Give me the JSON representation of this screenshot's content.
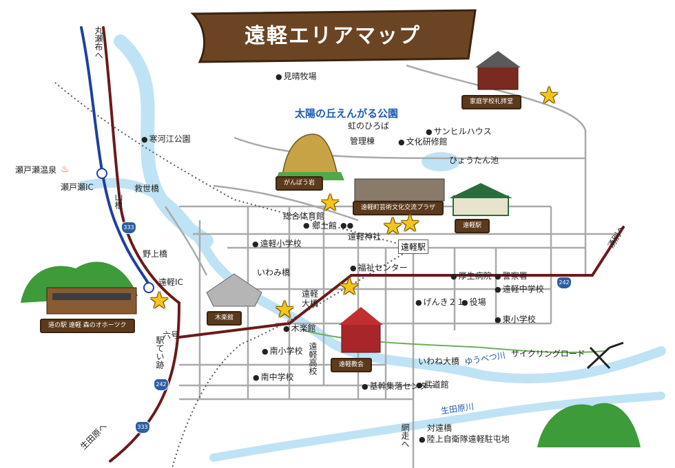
{
  "title": "遠軽エリアマップ",
  "park_name": "太陽の丘えんがる公園",
  "places": {
    "mihare": "見晴牧場",
    "nijinohiroba": "虹のひろば",
    "kanri": "管理棟",
    "sunhill": "サンヒルハウス",
    "bunka": "文化研修館",
    "hyoutan": "ひょうたん池",
    "kangae": "寒河江公園",
    "setose_onsen": "瀬戸瀬温泉",
    "setose_ic": "瀬戸瀬IC",
    "kyusei": "救世橋",
    "yamane": "山根",
    "nogami": "野上橋",
    "engaru_ic": "遠軽IC",
    "sogo": "総合体育館",
    "kyodo": "郷土館",
    "jinja": "遠軽神社",
    "engaru_sho": "遠軽小学校",
    "iwami": "いわみ橋",
    "fukushi": "福祉センター",
    "kosei": "厚生病院",
    "keisatsu": "警察署",
    "engaru_chu": "遠軽中学校",
    "genki": "げんき２１",
    "yakuba": "役場",
    "higashi_sho": "東小学校",
    "engaru_ohashi": "遠軽大橋",
    "mokurakukan": "木楽館",
    "rokugo": "六号",
    "ekitei": "駅てい跡",
    "minami_sho": "南小学校",
    "minami_chu": "南中学校",
    "engaru_ko": "遠軽高校",
    "iwane": "いわね大橋",
    "yubetsu": "ゆうべつ川",
    "cycling": "サイクリングロード",
    "budokan": "武道館",
    "kikan": "基幹集落センター",
    "ikutahara_river": "生田原川",
    "taien": "対遠橋",
    "jieitai": "陸上自衛隊遠軽駐屯地",
    "station": "遠軽駅",
    "maruseppu": "丸瀬布へ",
    "yubetsu_dir": "湧別へ",
    "ikutahara_dir": "生田原へ",
    "abashiri_dir": "網走へ"
  },
  "plaques": {
    "katei": "家庭学校礼拝堂",
    "ganbou": "がんぼう岩",
    "plaza": "遠軽町芸術文化交流プラザ",
    "eki": "遠軽駅",
    "michinoeki": "道の駅 遠軽 森のオホーツク",
    "mokuraku": "木楽館",
    "kyokai": "遠軽教会"
  },
  "routes": {
    "r333a": "333",
    "r333b": "333",
    "r242a": "242",
    "r242b": "242"
  },
  "colors": {
    "river": "#bfe3f4",
    "main_road": "#6b1a1a",
    "expressway": "#1f3fa0",
    "local_road": "#a9a9a9",
    "plaque": "#5b3a1d",
    "star": "#f6c51c",
    "green": "#3d9b3a"
  }
}
